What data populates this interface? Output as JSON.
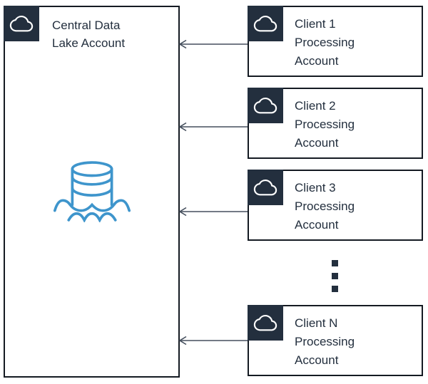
{
  "central_box": {
    "title": "Central Data Lake Account",
    "lines": [
      "Central Data",
      "Lake Account"
    ]
  },
  "client_boxes": [
    {
      "title": "Client 1 Processing Account",
      "lines": [
        "Client 1",
        "Processing",
        "Account"
      ]
    },
    {
      "title": "Client 2 Processing Account",
      "lines": [
        "Client 2",
        "Processing",
        "Account"
      ]
    },
    {
      "title": "Client 3 Processing Account",
      "lines": [
        "Client 3",
        "Processing",
        "Account"
      ]
    },
    {
      "title": "Client N Processing Account",
      "lines": [
        "Client N",
        "Processing",
        "Account"
      ]
    }
  ],
  "connections": {
    "count": 4,
    "direction": "client-to-central",
    "style": "open-arrowhead"
  },
  "icons": {
    "account_badge": "cloud-icon",
    "central_symbol": "data-lake-icon",
    "more_clients_indicator": "vertical-ellipsis-dots"
  },
  "ellipsis_dots": 3,
  "colors": {
    "badge_bg": "#232F3E",
    "text": "#232F3E",
    "box_border": "#141A22",
    "arrow": "#454F5D",
    "lake_blue": "#3E95CC",
    "cloud_glyph": "#FFFFFF",
    "background": "#FFFFFF"
  }
}
